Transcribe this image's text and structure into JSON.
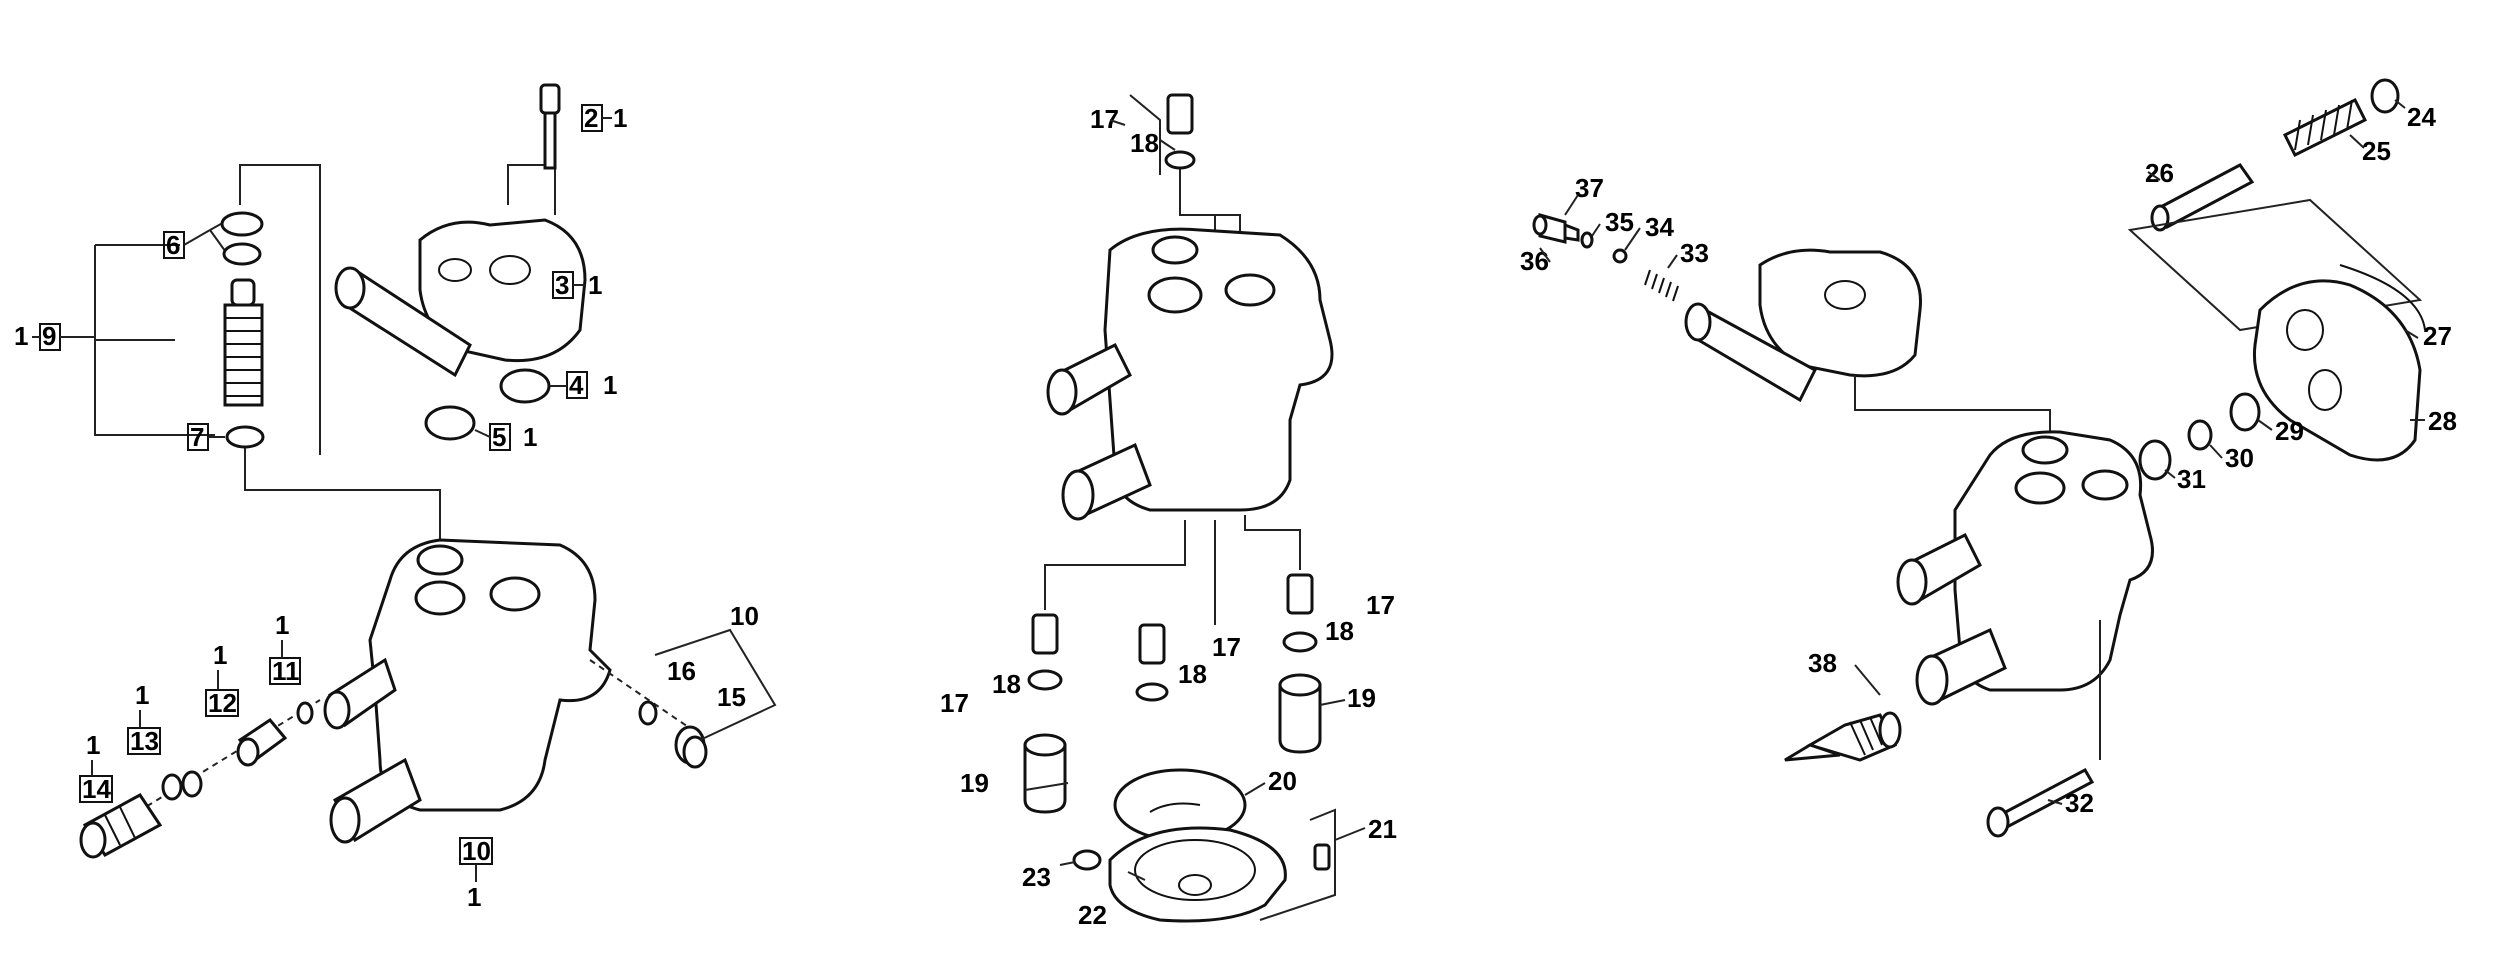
{
  "diagram": {
    "left": {
      "callouts": {
        "c2": {
          "num": "2",
          "suffix": "1"
        },
        "c3": {
          "num": "3",
          "suffix": "1"
        },
        "c4": {
          "num": "4",
          "suffix": "1"
        },
        "c5": {
          "num": "5",
          "suffix": "1"
        },
        "c6": {
          "num": "6"
        },
        "c7": {
          "num": "7"
        },
        "c9": {
          "num": "9",
          "prefix": "1"
        },
        "c10top": {
          "num": "10"
        },
        "c16": {
          "num": "16"
        },
        "c15": {
          "num": "15"
        },
        "c11": {
          "num": "11",
          "above": "1"
        },
        "c12": {
          "num": "12",
          "above": "1"
        },
        "c13": {
          "num": "13",
          "above": "1"
        },
        "c14": {
          "num": "14",
          "above": "1"
        },
        "c10bottom": {
          "num": "10",
          "below": "1"
        }
      }
    },
    "middle": {
      "callouts": {
        "c17a": "17",
        "c18a": "18",
        "c17b": "17",
        "c18b": "18",
        "c17c": "17",
        "c18c": "18",
        "c17d": "17",
        "c18d": "18",
        "c19a": "19",
        "c19b": "19",
        "c20": "20",
        "c21": "21",
        "c22": "22",
        "c23": "23"
      }
    },
    "right": {
      "callouts": {
        "c24": "24",
        "c25": "25",
        "c26": "26",
        "c27": "27",
        "c28": "28",
        "c29": "29",
        "c30": "30",
        "c31": "31",
        "c32": "32",
        "c33": "33",
        "c34": "34",
        "c35": "35",
        "c36": "36",
        "c37": "37",
        "c38": "38"
      }
    }
  }
}
